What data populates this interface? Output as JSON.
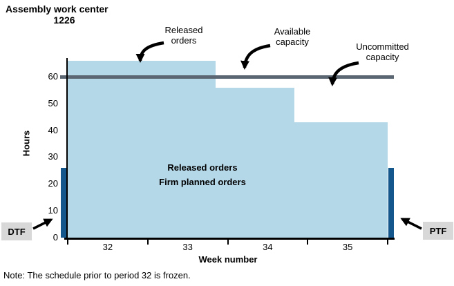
{
  "title": {
    "line1": "Assembly work center",
    "line2": "1226"
  },
  "note": "Note: The schedule prior to period 32 is frozen.",
  "colors": {
    "area": "#b5d8e9",
    "fence_bar": "#14578c",
    "capacity_line": "#5a6672",
    "label_box": "#d8d8d8",
    "axis": "#000000"
  },
  "labels": {
    "released": {
      "line1": "Released",
      "line2": "orders"
    },
    "available": {
      "line1": "Available",
      "line2": "capacity"
    },
    "uncommitted": {
      "line1": "Uncommitted",
      "line2": "capacity"
    },
    "dtf": "DTF",
    "ptf": "PTF"
  },
  "chart_data": {
    "type": "area",
    "subtype": "stepped-load-profile",
    "title": "Assembly work center 1226",
    "xlabel": "Week number",
    "ylabel": "Hours",
    "ylim": [
      0,
      68
    ],
    "yticks": [
      0,
      10,
      20,
      30,
      40,
      50,
      60
    ],
    "categories": [
      "32",
      "33",
      "34",
      "35"
    ],
    "grid": false,
    "legend_position": "none",
    "area_label_line1": "Released orders",
    "area_label_line2": "Firm planned orders",
    "segments": [
      {
        "from_week": 0.0,
        "to_week": 1.85,
        "hours": 66
      },
      {
        "from_week": 1.85,
        "to_week": 2.83,
        "hours": 56
      },
      {
        "from_week": 2.83,
        "to_week": 4.0,
        "hours": 43
      }
    ],
    "available_capacity_hours": 60,
    "fences": {
      "dtf": {
        "label": "DTF",
        "hours": 26,
        "position_week": 0
      },
      "ptf": {
        "label": "PTF",
        "hours": 26,
        "position_week": 4
      }
    }
  }
}
